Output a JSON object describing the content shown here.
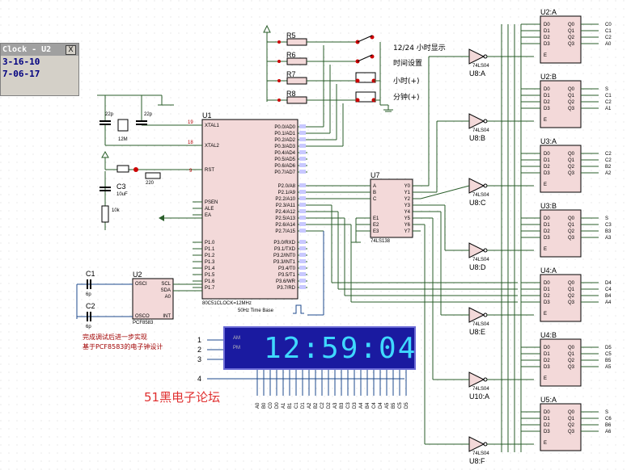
{
  "clock_window": {
    "title": "Clock - U2",
    "close": "X",
    "date": "3-16-10",
    "time": "7-06-17"
  },
  "display": {
    "time": "12:59:04",
    "label_am": "AM",
    "label_pm": "PM"
  },
  "labels": {
    "mode": "12/24 小时显示",
    "set_time": "时间设置",
    "hour_inc": "小时(+)",
    "min_inc": "分钟(+)",
    "note1": "完成调试后进一步实现",
    "note2": "基于PCF8583的电子钟设计",
    "timebase": "50Hz Time Base",
    "forum": "51黑电子论坛",
    "u1_part": "80C51CLOCK=12MHz",
    "u7_part": "74LS138",
    "u2_part": "PCF8583",
    "buffer_part": "74LS04"
  },
  "refs": {
    "r5": "R5",
    "r6": "R6",
    "r7": "R7",
    "r8": "R8",
    "u1": "U1",
    "u2": "U2",
    "u7": "U7",
    "c1": "C1",
    "c2": "C2",
    "c3": "C3",
    "c3v": "10uF",
    "c1v": "6p",
    "c2v": "6p",
    "x": "12M",
    "c4": "22p",
    "c5": "22p",
    "r": "10k",
    "r2": "220",
    "u8a": "U8:A",
    "u8b": "U8:B",
    "u8c": "U8:C",
    "u8d": "U8:D",
    "u8e": "U8:E",
    "u10a": "U10:A",
    "u8f": "U8:F",
    "u2a": "U2:A",
    "u2b": "U2:B",
    "u3a": "U3:A",
    "u3b": "U3:B",
    "u4a": "U4:A",
    "u4b": "U4:B",
    "u5a": "U5:A"
  },
  "u1_pins_left": [
    "XTAL1",
    "XTAL2",
    "RST",
    "PSEN",
    "ALE",
    "EA",
    "P1.0",
    "P1.1",
    "P1.2",
    "P1.3",
    "P1.4",
    "P1.5",
    "P1.6",
    "P1.7"
  ],
  "u1_pins_right": [
    "P0.0/AD0",
    "P0.1/AD1",
    "P0.2/AD2",
    "P0.3/AD3",
    "P0.4/AD4",
    "P0.5/AD5",
    "P0.6/AD6",
    "P0.7/AD7",
    "P2.0/A8",
    "P2.1/A9",
    "P2.2/A10",
    "P2.3/A11",
    "P2.4/A12",
    "P2.5/A13",
    "P2.6/A14",
    "P2.7/A15",
    "P3.0/RXD",
    "P3.1/TXD",
    "P3.2/INT0",
    "P3.3/INT1",
    "P3.4/T0",
    "P3.5/T1",
    "P3.6/WR",
    "P3.7/RD"
  ],
  "u7_pins_left": [
    "A",
    "B",
    "C",
    "E1",
    "E2",
    "E3"
  ],
  "u7_pins_right": [
    "Y0",
    "Y1",
    "Y2",
    "Y3",
    "Y4",
    "Y5",
    "Y6",
    "Y7"
  ],
  "u2_pins": [
    "OSCI",
    "SCL",
    "SDA",
    "A0",
    "OSCO",
    "INT"
  ],
  "latch_outputs": [
    [
      "C0",
      "C1",
      "C2",
      "A0"
    ],
    [
      "S",
      "C1",
      "C2",
      "A1"
    ],
    [
      "C2",
      "C2",
      "B2",
      "A2"
    ],
    [
      "S",
      "C3",
      "B3",
      "A3"
    ],
    [
      "D4",
      "C4",
      "B4",
      "A4"
    ],
    [
      "D5",
      "C5",
      "B5",
      "A5"
    ],
    [
      "S",
      "C6",
      "B6",
      "A6"
    ]
  ],
  "bus_labels": [
    "A0",
    "B0",
    "C0",
    "D0",
    "A1",
    "B1",
    "C1",
    "D1",
    "A2",
    "B2",
    "C2",
    "D2",
    "A3",
    "B3",
    "C3",
    "D3",
    "A4",
    "B4",
    "C4",
    "D4",
    "A5",
    "B5",
    "C5",
    "D5"
  ],
  "lcd_inputs": [
    "1",
    "2",
    "3",
    "4"
  ]
}
